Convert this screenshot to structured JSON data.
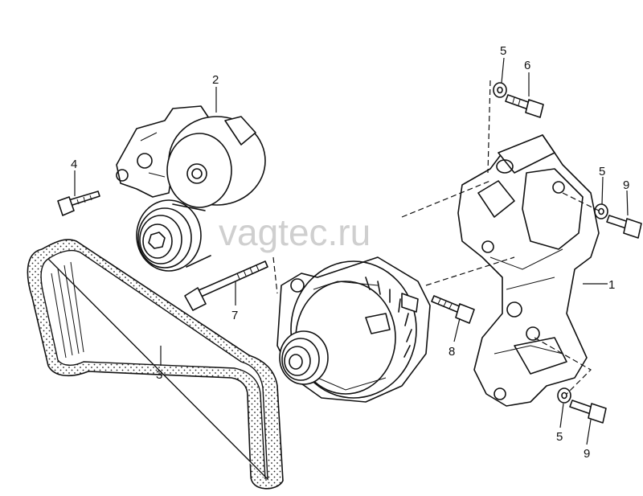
{
  "watermark": "vagtec.ru",
  "part_labels": [
    {
      "id": "label-1",
      "text": "1"
    },
    {
      "id": "label-2",
      "text": "2"
    },
    {
      "id": "label-3",
      "text": "3"
    },
    {
      "id": "label-4",
      "text": "4"
    },
    {
      "id": "label-5-top",
      "text": "5"
    },
    {
      "id": "label-5-mid",
      "text": "5"
    },
    {
      "id": "label-5-bottom",
      "text": "5"
    },
    {
      "id": "label-6",
      "text": "6"
    },
    {
      "id": "label-7",
      "text": "7"
    },
    {
      "id": "label-8",
      "text": "8"
    },
    {
      "id": "label-9-mid",
      "text": "9"
    },
    {
      "id": "label-9-bottom",
      "text": "9"
    }
  ]
}
